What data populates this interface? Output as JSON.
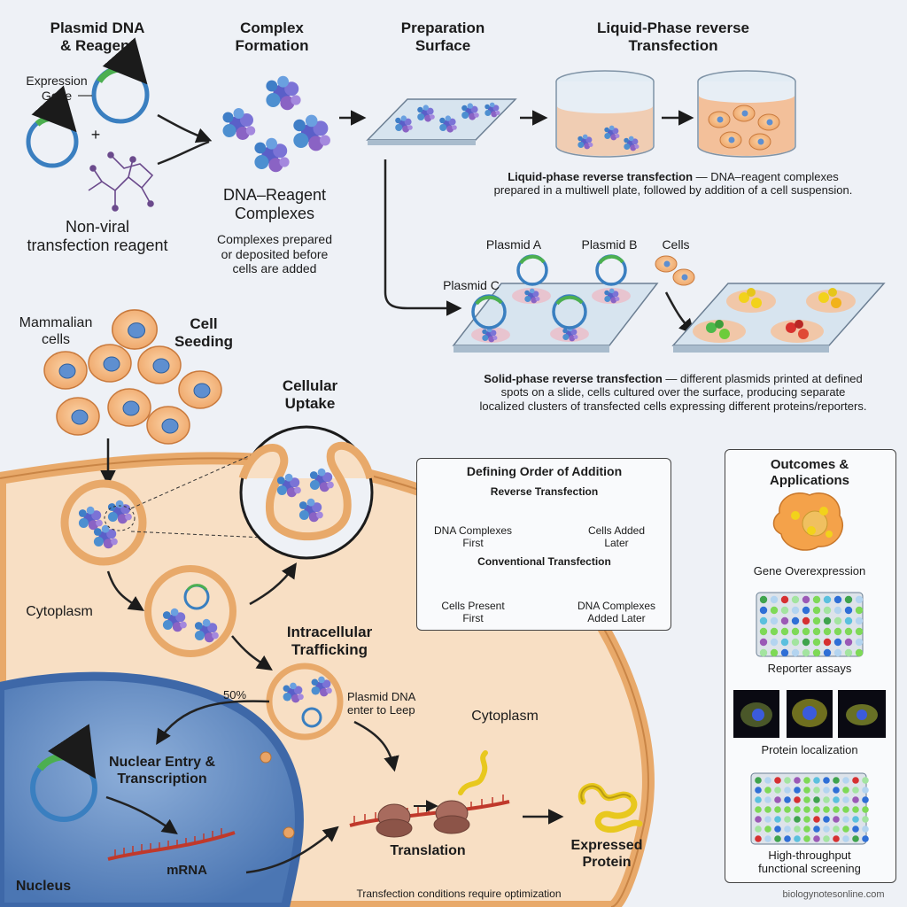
{
  "colors": {
    "background": "#eef1f6",
    "plasmid_blue": "#3a7fc0",
    "plasmid_green": "#4caf50",
    "cytoplasm": "#f8dfc4",
    "membrane": "#e8a96a",
    "nucleus": "#6a92c8",
    "mrna": "#c0392b",
    "protein": "#e8c81e",
    "complex": "#6a6fd0"
  },
  "icons": [
    "plasmid-icon",
    "reagent-molecule-icon",
    "dna-complex-icon",
    "cell-icon",
    "ribosome-icon",
    "well-plate-icon",
    "arrow-icon"
  ],
  "header": {
    "col1": "Plasmid DNA\n& Reagent",
    "col2": "Complex\nFormation",
    "col3": "Preparation\nSurface",
    "col4": "Liquid-Phase reverse\nTransfection"
  },
  "left": {
    "expression_gene": "Expression\nGene",
    "plus": "+",
    "reagent": "Non-viral\ntransfection reagent",
    "complexes": "DNA–Reagent\nComplexes",
    "complexes_note": "Complexes prepared\nor deposited before\ncells are added"
  },
  "liquid_phase": {
    "bold": "Liquid-phase reverse transfection",
    "rest": " — DNA–reagent complexes",
    "line2": "prepared in a multiwell plate, followed by addition of a cell suspension."
  },
  "solid_phase": {
    "plasmid_a": "Plasmid A",
    "plasmid_b": "Plasmid B",
    "plasmid_c": "Plasmid C",
    "cells": "Cells",
    "bold": "Solid-phase reverse transfection",
    "rest": " — different plasmids printed at defined",
    "line2": "spots on a slide, cells cultured over the surface, producing separate",
    "line3": "localized clusters of transfected cells expressing different proteins/reporters."
  },
  "seeding": {
    "mammalian": "Mammalian\ncells",
    "title": "Cell\nSeeding"
  },
  "uptake": {
    "title": "Cellular\nUptake"
  },
  "order_box": {
    "title": "Defining Order of Addition",
    "reverse": "Reverse Transfection",
    "rev_left": "DNA Complexes\nFirst",
    "rev_right": "Cells Added\nLater",
    "conventional": "Conventional Transfection",
    "conv_left": "Cells Present\nFirst",
    "conv_right": "DNA Complexes\nAdded Later"
  },
  "outcomes": {
    "title": "Outcomes &\nApplications",
    "items": [
      "Gene Overexpression",
      "Reporter assays",
      "Protein localization",
      "High-throughput\nfunctional screening"
    ]
  },
  "cell_interior": {
    "cytoplasm_left": "Cytoplasm",
    "cytoplasm_right": "Cytoplasm",
    "trafficking": "Intracellular\nTrafficking",
    "percent": "50%",
    "plasmid_note": "Plasmid DNA\nenter to Leep",
    "nuclear": "Nuclear Entry &\nTranscription",
    "mrna": "mRNA",
    "nucleus": "Nucleus",
    "translation": "Translation",
    "expressed": "Expressed\nProtein",
    "footer": "Transfection conditions require optimization",
    "source": "biologynotesonline.com"
  }
}
